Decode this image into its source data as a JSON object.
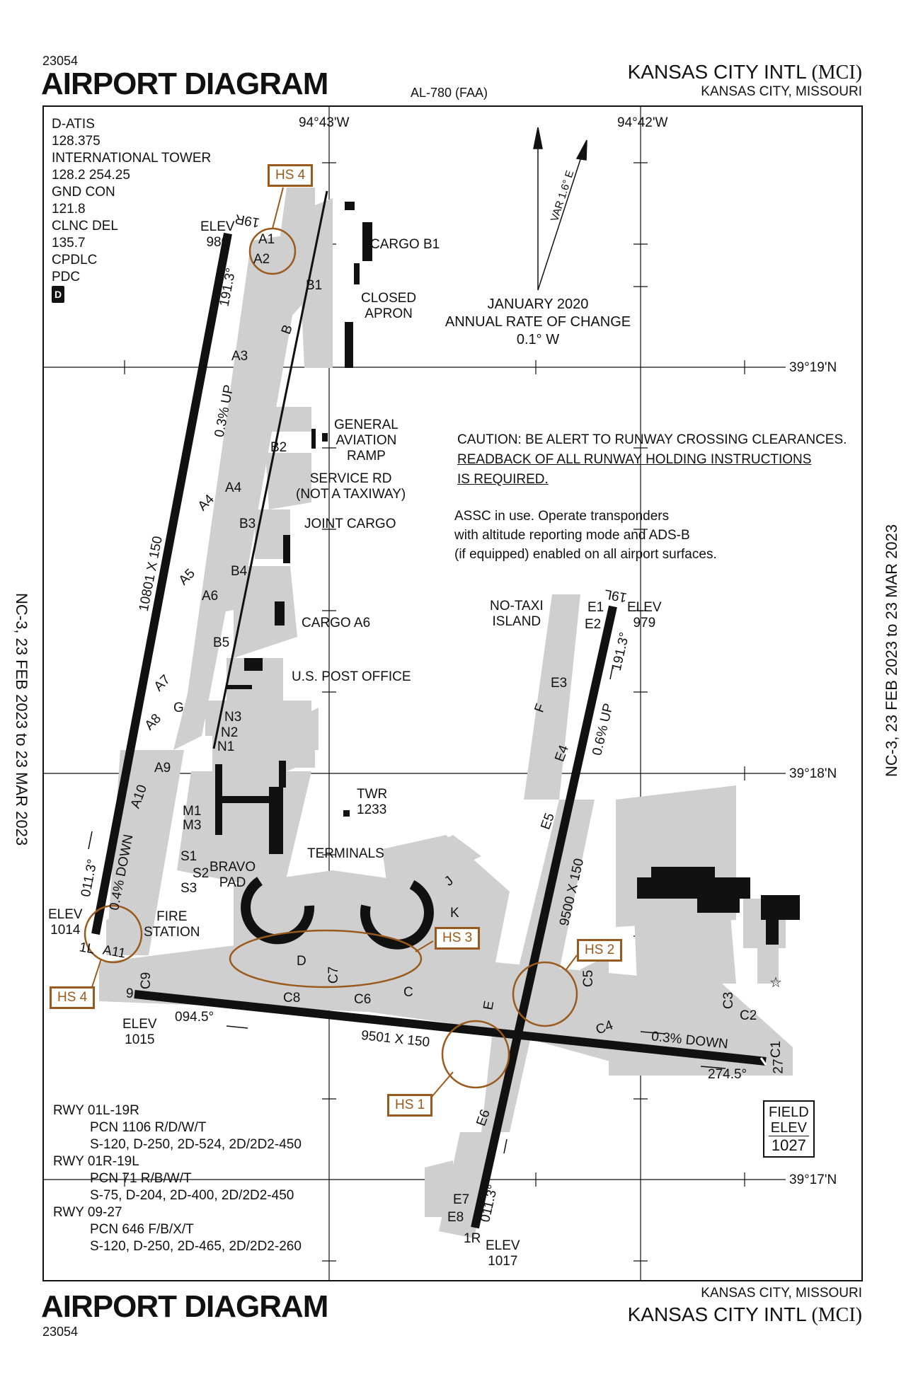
{
  "header": {
    "chart_id": "23054",
    "title": "AIRPORT DIAGRAM",
    "publication": "AL-780 (FAA)",
    "airport_name": "KANSAS CITY INTL",
    "airport_code": "(MCI)",
    "city_state": "KANSAS CITY, MISSOURI"
  },
  "footer": {
    "chart_id": "23054",
    "title": "AIRPORT DIAGRAM",
    "airport_name": "KANSAS CITY INTL",
    "airport_code": "(MCI)",
    "city_state": "KANSAS CITY, MISSOURI"
  },
  "side_text": {
    "left": "NC-3,  23 FEB 2023  to  23 MAR 2023",
    "right": "NC-3,  23 FEB 2023  to  23 MAR 2023"
  },
  "frequencies": [
    "D-ATIS",
    "128.375",
    "INTERNATIONAL TOWER",
    "128.2  254.25",
    "GND CON",
    "121.8",
    "CLNC DEL",
    "135.7",
    "CPDLC",
    "PDC"
  ],
  "frequencies_badge": "D",
  "grid": {
    "lon": [
      "94°43'W",
      "94°42'W"
    ],
    "lat": [
      "39°19'N",
      "39°18'N",
      "39°17'N"
    ]
  },
  "magnetic": {
    "variation": "VAR 1.6° E",
    "note_lines": [
      "JANUARY 2020",
      "ANNUAL RATE OF CHANGE",
      "0.1° W"
    ]
  },
  "caution": {
    "line1": "CAUTION: BE ALERT TO RUNWAY CROSSING CLEARANCES.",
    "line2": "READBACK OF ALL RUNWAY HOLDING INSTRUCTIONS",
    "line3": "IS REQUIRED."
  },
  "assc": [
    "ASSC in use. Operate transponders",
    "with altitude reporting mode and ADS-B",
    "(if equipped) enabled on all airport surfaces."
  ],
  "hot_spots": [
    "HS 1",
    "HS 2",
    "HS 3",
    "HS 4",
    "HS 4"
  ],
  "facilities": {
    "cargo_b1": "CARGO B1",
    "closed_apron": [
      "CLOSED",
      "APRON"
    ],
    "general_aviation": [
      "GENERAL",
      "AVIATION",
      "RAMP"
    ],
    "service_rd": [
      "SERVICE RD",
      "(NOT A TAXIWAY)"
    ],
    "joint_cargo": "JOINT CARGO",
    "cargo_a6": "CARGO A6",
    "post_office": "U.S. POST OFFICE",
    "twr": [
      "TWR",
      "1233"
    ],
    "terminals": "TERMINALS",
    "bravo_pad": [
      "BRAVO",
      "PAD"
    ],
    "fire_station": [
      "FIRE",
      "STATION"
    ],
    "no_taxi_island": [
      "NO-TAXI",
      "ISLAND"
    ]
  },
  "runways": {
    "r01l_19r": {
      "dims": "10801 X 150",
      "hdg1": "191.3°",
      "hdg2": "011.3°",
      "grad_up": "0.3% UP",
      "grad_down": "0.4% DOWN",
      "end_n": "19R",
      "end_s": "1L",
      "elev_n": [
        "ELEV",
        "980"
      ],
      "elev_s": [
        "ELEV",
        "1014"
      ]
    },
    "r01r_19l": {
      "dims": "9500 X 150",
      "hdg1": "191.3°",
      "hdg2": "011.3°",
      "grad": "0.6% UP",
      "end_n": "19L",
      "end_s": "1R",
      "elev_n": [
        "ELEV",
        "979"
      ],
      "elev_s": [
        "ELEV",
        "1017"
      ]
    },
    "r09_27": {
      "dims": "9501 X 150",
      "hdg1": "094.5°",
      "hdg2": "274.5°",
      "grad": "0.3% DOWN",
      "end_w": "9",
      "end_e": "27",
      "elev_w": [
        "ELEV",
        "1015"
      ]
    }
  },
  "field_elev": [
    "FIELD",
    "ELEV",
    "1027"
  ],
  "runway_info": [
    {
      "rwy": "RWY 01L-19R",
      "pcn": "PCN 1106 R/D/W/T",
      "weights": "S-120, D-250, 2D-524, 2D/2D2-450"
    },
    {
      "rwy": "RWY 01R-19L",
      "pcn": "PCN 71 R/B/W/T",
      "weights": "S-75, D-204, 2D-400, 2D/2D2-450"
    },
    {
      "rwy": "RWY 09-27",
      "pcn": "PCN 646 F/B/X/T",
      "weights": "S-120, D-250, 2D-465, 2D/2D2-260"
    }
  ],
  "taxiway_labels": [
    "A1",
    "A2",
    "A3",
    "A4",
    "A4",
    "A5",
    "A6",
    "A7",
    "A8",
    "A9",
    "A10",
    "A11",
    "B",
    "B1",
    "B2",
    "B3",
    "B4",
    "B5",
    "C",
    "C1",
    "C2",
    "C3",
    "C4",
    "C5",
    "C6",
    "C7",
    "C8",
    "C9",
    "D",
    "E",
    "E1",
    "E2",
    "E3",
    "E4",
    "E5",
    "E6",
    "E7",
    "E8",
    "F",
    "G",
    "J",
    "K",
    "M1",
    "M3",
    "N1",
    "N2",
    "N3",
    "S1",
    "S2",
    "S3"
  ]
}
